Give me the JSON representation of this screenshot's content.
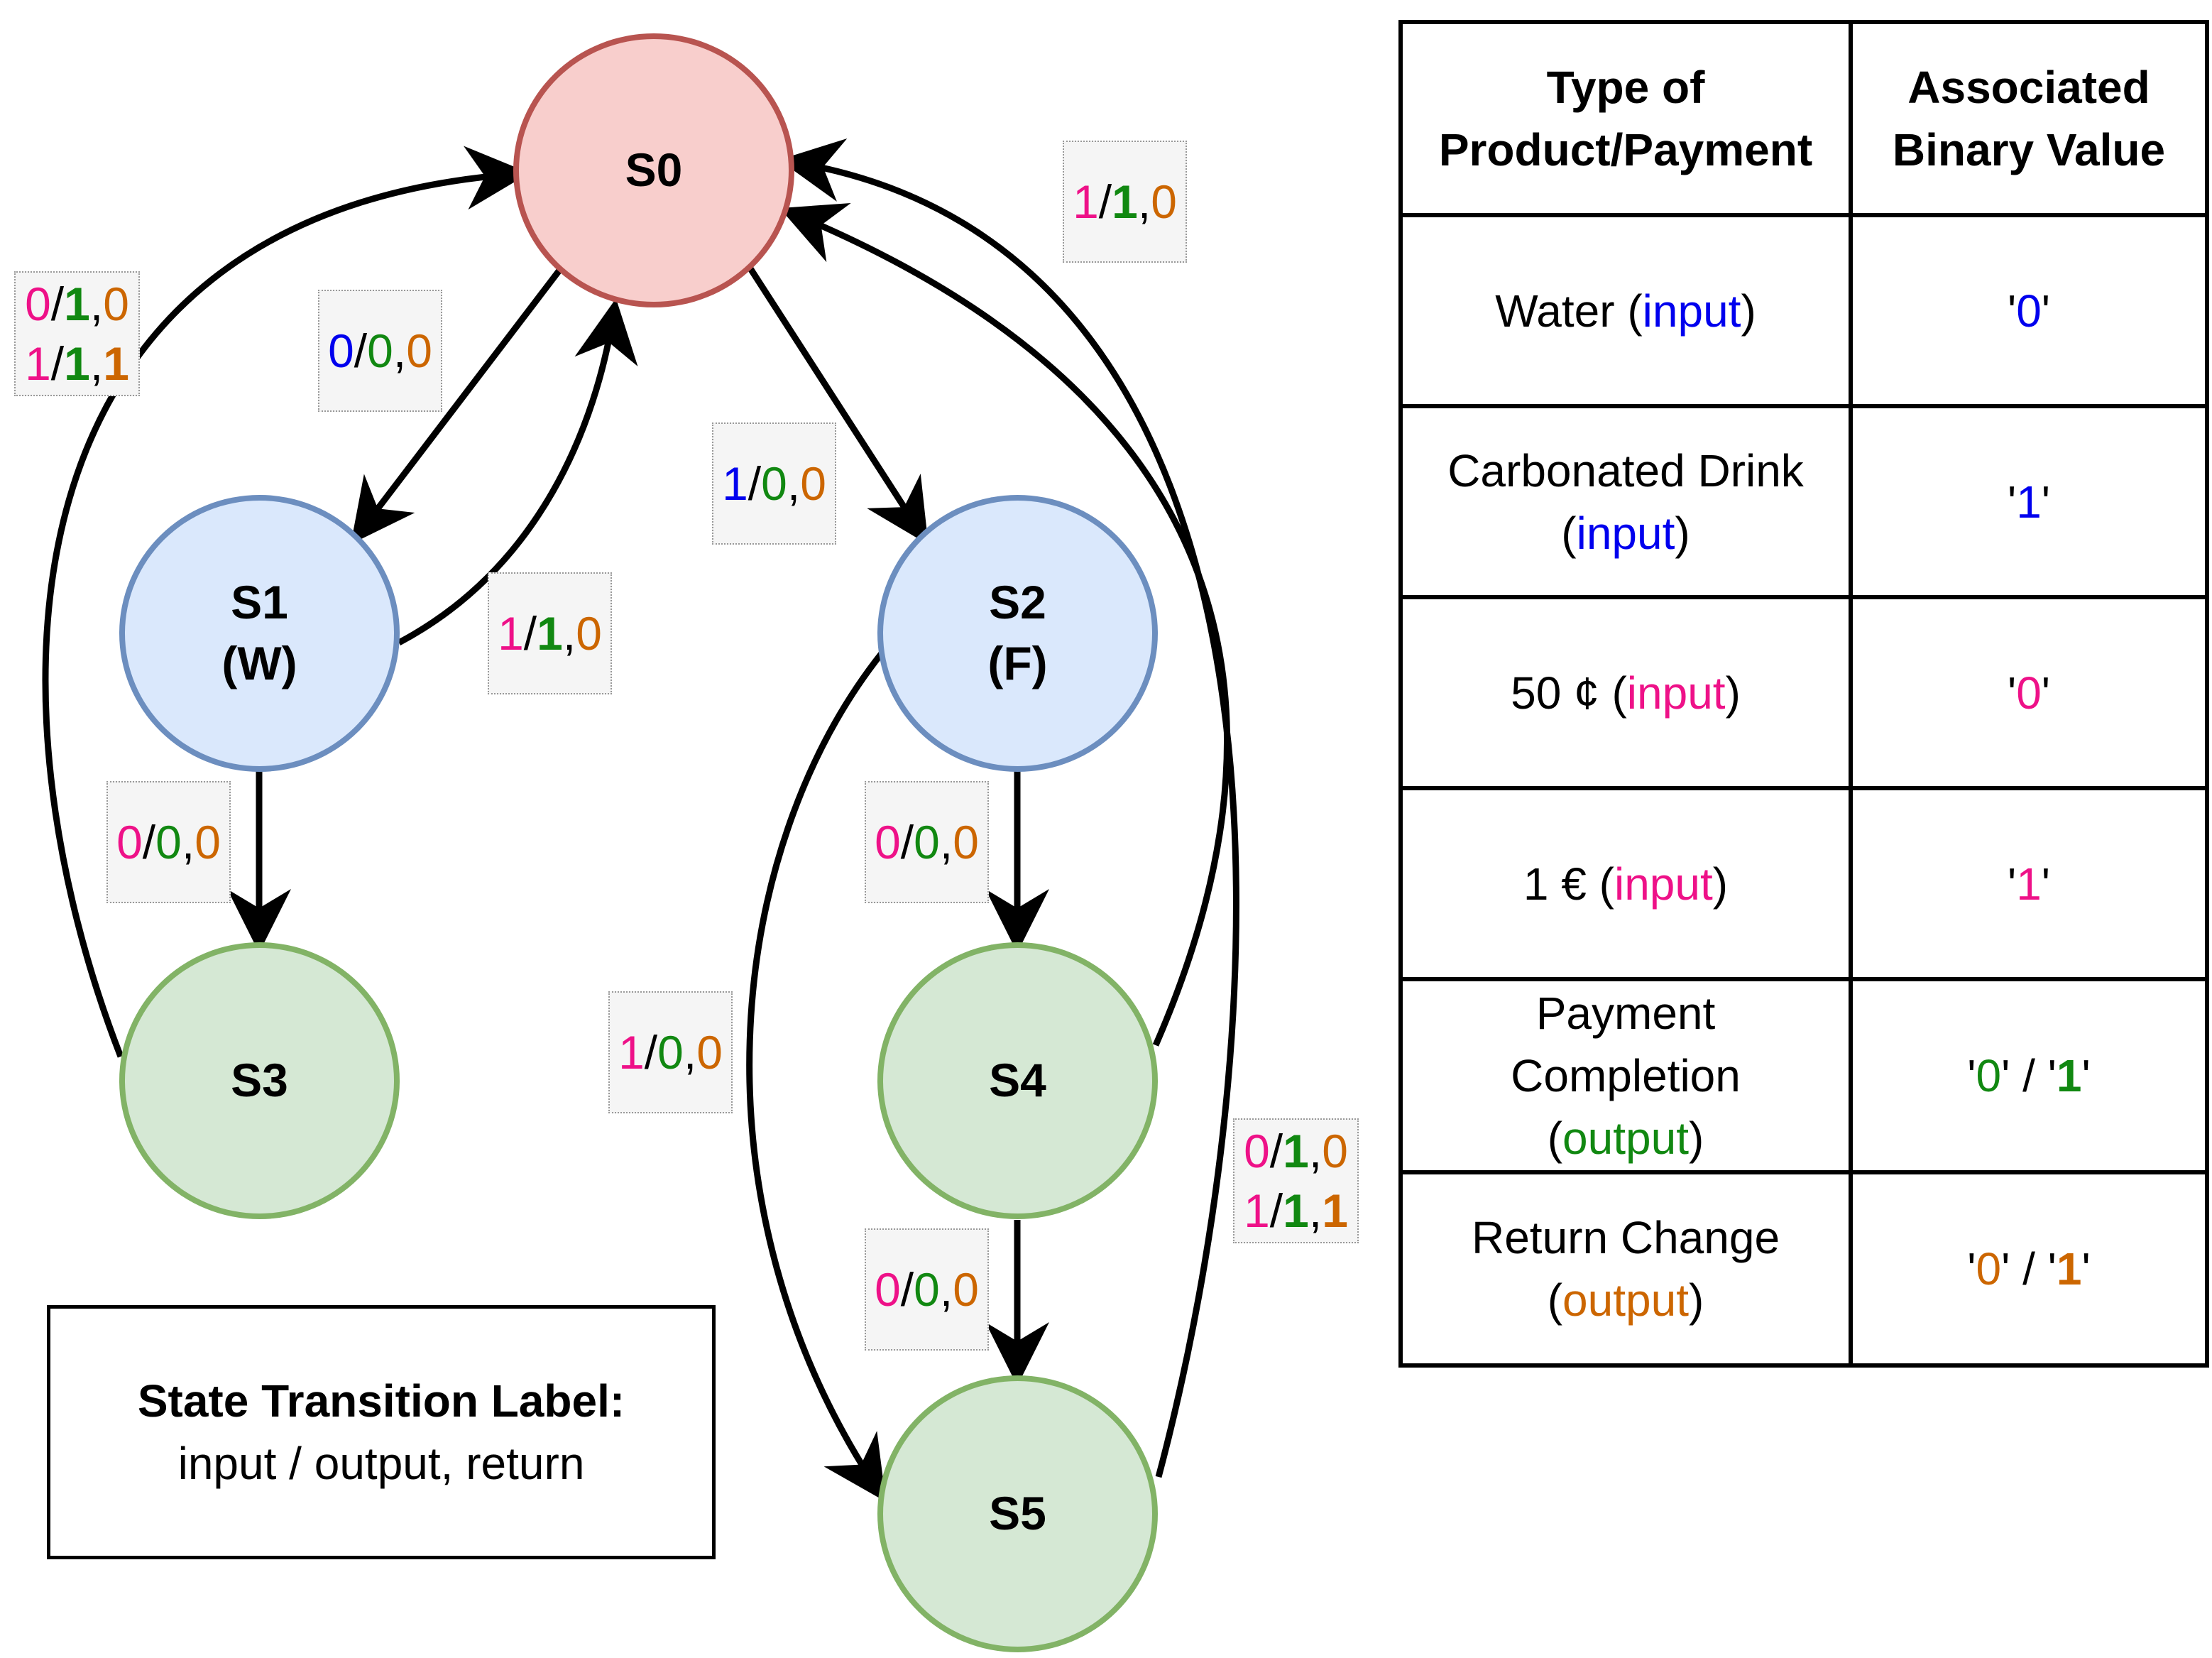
{
  "colors": {
    "input_blue": "#0000ee",
    "input_pink": "#ee1188",
    "output_green": "#118811",
    "return_orange": "#cc6600",
    "s0_fill": "#f8cecc",
    "s0_stroke": "#b85450",
    "s12_fill": "#dae8fc",
    "s12_stroke": "#6c8ebf",
    "s345_fill": "#d5e8d4",
    "s345_stroke": "#82b366",
    "label_bg": "#f5f5f5"
  },
  "states": {
    "s0": {
      "line1": "S0",
      "line2": ""
    },
    "s1": {
      "line1": "S1",
      "line2": "(W)"
    },
    "s2": {
      "line1": "S2",
      "line2": "(F)"
    },
    "s3": {
      "line1": "S3",
      "line2": ""
    },
    "s4": {
      "line1": "S4",
      "line2": ""
    },
    "s5": {
      "line1": "S5",
      "line2": ""
    }
  },
  "transition_labels": {
    "s0_s1": {
      "in": "0",
      "out": "0",
      "ret": "0"
    },
    "s1_s0": {
      "in": "1",
      "out": "1",
      "ret": "0"
    },
    "s0_s2": {
      "in": "1",
      "out": "0",
      "ret": "0"
    },
    "s1_s3": {
      "in": "0",
      "out": "0",
      "ret": "0"
    },
    "s3_s0_a": {
      "in": "0",
      "out": "1",
      "ret": "0"
    },
    "s3_s0_b": {
      "in": "1",
      "out": "1",
      "ret": "1"
    },
    "s2_s4": {
      "in": "0",
      "out": "0",
      "ret": "0"
    },
    "s2_s5": {
      "in": "1",
      "out": "0",
      "ret": "0"
    },
    "s4_s0": {
      "in": "1",
      "out": "1",
      "ret": "0"
    },
    "s4_s5": {
      "in": "0",
      "out": "0",
      "ret": "0"
    },
    "s5_s0_a": {
      "in": "0",
      "out": "1",
      "ret": "0"
    },
    "s5_s0_b": {
      "in": "1",
      "out": "1",
      "ret": "1"
    },
    "slash": "/",
    "comma": ","
  },
  "legend": {
    "title": "State Transition Label:",
    "text": "input / output, return"
  },
  "table": {
    "header_type_1": "Type of",
    "header_type_2": "Product/Payment",
    "header_value_1": "Associated",
    "header_value_2": "Binary Value",
    "rows": {
      "water": {
        "name": "Water",
        "kind": "input",
        "value": "0"
      },
      "carb": {
        "name_1": "Carbonated Drink",
        "kind": "input",
        "value": "1"
      },
      "fifty": {
        "name": "50 ¢",
        "kind": "input",
        "value": "0"
      },
      "euro": {
        "name": "1 €",
        "kind": "input",
        "value": "1"
      },
      "payment": {
        "name_1": "Payment",
        "name_2": "Completion",
        "kind": "output",
        "value_a": "0",
        "value_b": "1"
      },
      "change": {
        "name_1": "Return Change",
        "kind": "output",
        "value_a": "0",
        "value_b": "1"
      }
    },
    "quote": "'",
    "sep": " / ",
    "paren_open": "(",
    "paren_close": ")"
  }
}
